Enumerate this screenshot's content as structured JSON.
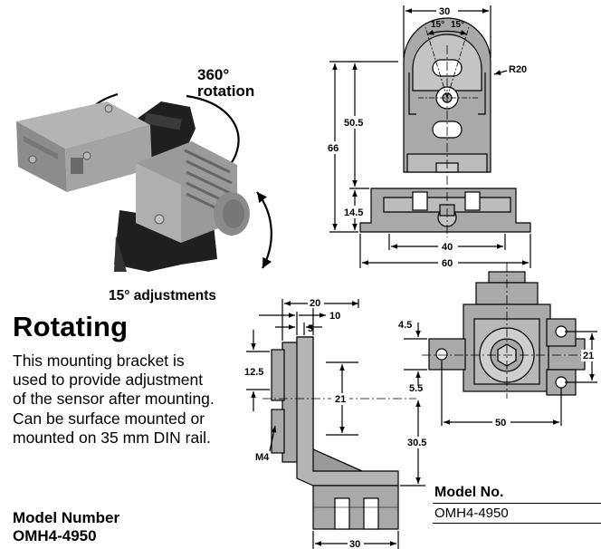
{
  "photo": {
    "rotation_value": "360°",
    "rotation_word": "rotation",
    "adjust_label": "15° adjustments"
  },
  "front_view": {
    "dim_width_top": "30",
    "dim_angle_left": "15°",
    "dim_angle_right": "15°",
    "dim_radius": "R20",
    "dim_height_total": "66",
    "dim_height_upper": "50.5",
    "dim_height_lower": "14.5",
    "dim_base_inner": "40",
    "dim_base_outer": "60"
  },
  "side_view": {
    "dim_top_20": "20",
    "dim_top_10": "10",
    "dim_top_5": "5",
    "dim_left_12_5": "12.5",
    "dim_mid_21": "21",
    "dim_right_30_5": "30.5",
    "dim_bottom_30": "30",
    "thread_label": "M4"
  },
  "top_view": {
    "dim_4_5": "4.5",
    "dim_5_5": "5.5",
    "dim_21": "21",
    "dim_50": "50"
  },
  "title": "Rotating",
  "description": "This mounting bracket is used to provide adjustment of the sensor after mounting. Can be surface mounted or mounted on 35 mm DIN rail.",
  "model_number_label": "Model Number",
  "model_number_value": "OMH4-4950",
  "model_table": {
    "header": "Model No.",
    "rows": [
      "OMH4-4950"
    ]
  },
  "colors": {
    "part_fill": "#a9a9a9",
    "sensor_body": "#8e8e8e",
    "bracket_black": "#222222",
    "line": "#000000"
  }
}
